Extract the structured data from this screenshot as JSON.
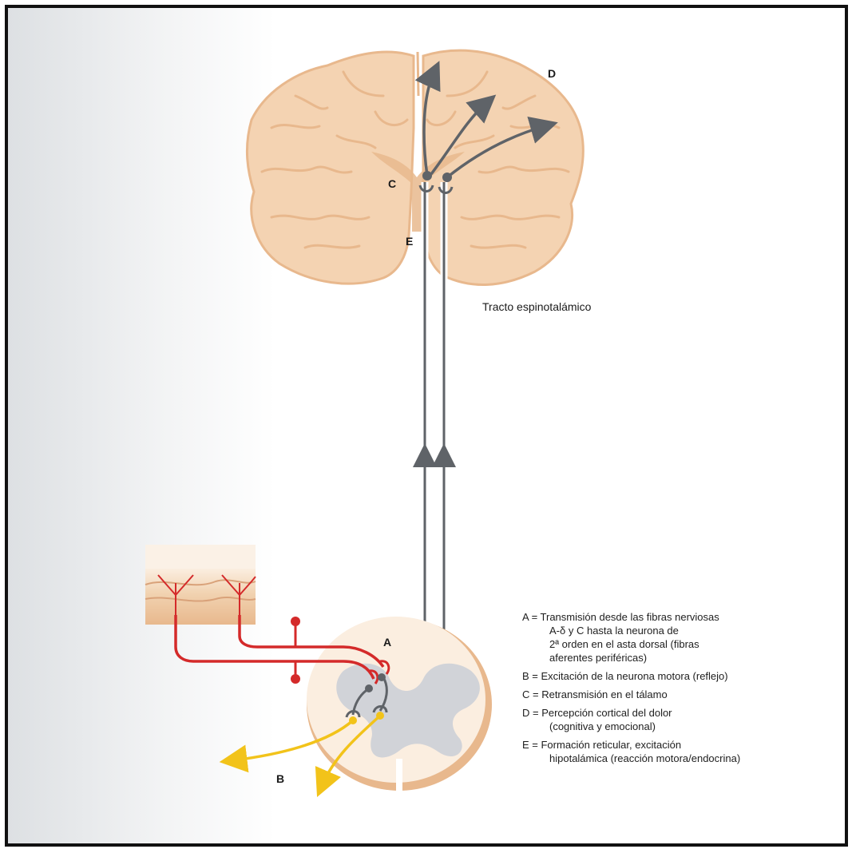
{
  "labels": {
    "A": "A",
    "B": "B",
    "C": "C",
    "D": "D",
    "E": "E",
    "tract": "Tracto espinotalámico"
  },
  "legend": [
    {
      "key": "A",
      "lines": [
        "A = Transmisión desde las fibras nerviosas",
        "A-δ y C hasta la neurona de",
        "2ª orden en el asta dorsal (fibras",
        "aferentes periféricas)"
      ]
    },
    {
      "key": "B",
      "lines": [
        "B = Excitación de la neurona motora (reflejo)"
      ]
    },
    {
      "key": "C",
      "lines": [
        "C = Retransmisión en el tálamo"
      ]
    },
    {
      "key": "D",
      "lines": [
        "D = Percepción cortical del dolor",
        "(cognitiva y emocional)"
      ]
    },
    {
      "key": "E",
      "lines": [
        "E = Formación reticular, excitación",
        "hipotalámica (reacción motora/endocrina)"
      ]
    }
  ],
  "colors": {
    "brain": "#f4d3b2",
    "brain_dark": "#e8b88d",
    "nerve_red": "#d42a2a",
    "pathway_gray": "#5f6368",
    "motor_yellow": "#f2c31a",
    "gray_matter": "#c9ced6"
  }
}
